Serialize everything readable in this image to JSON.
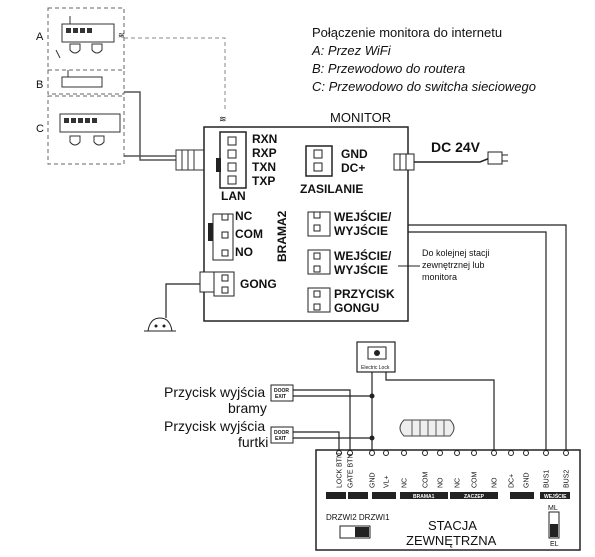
{
  "legend": {
    "title": "Połączenie monitora do internetu",
    "option_a": "A: Przez WiFi",
    "option_b": "B: Przewodowo do routera",
    "option_c": "C: Przewodowo do switcha sieciowego"
  },
  "side_letters": {
    "a": "A",
    "b": "B",
    "c": "C"
  },
  "monitor": {
    "title": "MONITOR",
    "lan_pins": [
      "RXN",
      "RXP",
      "TXN",
      "TXP"
    ],
    "lan_label": "LAN",
    "power_pins": [
      "GND",
      "DC+"
    ],
    "power_label": "ZASILANIE",
    "gate2_pins": [
      "NC",
      "COM",
      "NO"
    ],
    "gate2_label": "BRAMA2",
    "gong_label": "GONG",
    "io1": [
      "WEJŚCIE/",
      "WYJŚCIE"
    ],
    "io2": [
      "WEJŚCIE/",
      "WYJŚCIE"
    ],
    "bell_button": [
      "PRZYCISK",
      "GONGU"
    ]
  },
  "dc_label": "DC 24V",
  "note": [
    "Do kolejnej stacji",
    "zewnętrznej lub",
    "monitora"
  ],
  "electric_lock": "Electric Lock",
  "buttons": {
    "gate_exit": [
      "Przycisk wyjścia",
      "bramy"
    ],
    "wicket_exit": [
      "Przycisk wyjścia",
      "furtki"
    ],
    "door_exit_label": [
      "DOOR",
      "EXIT"
    ]
  },
  "station": {
    "terminals": [
      "LOCK BTN",
      "GATE BTN",
      "GND",
      "VL+",
      "NC",
      "COM",
      "NO",
      "NC",
      "COM",
      "NO",
      "DC+",
      "GND",
      "BUS1",
      "BUS2"
    ],
    "groups": [
      "BRAMA1",
      "ZACZEP",
      "WEJŚCIE"
    ],
    "switch_label": "DRZWI2  DRZWI1",
    "ml_el": [
      "ML",
      "EL"
    ],
    "name": [
      "STACJA",
      "ZEWNĘTRZNA"
    ]
  }
}
